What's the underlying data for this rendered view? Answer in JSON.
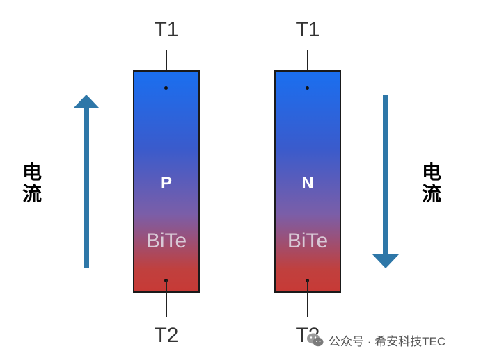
{
  "left_leg": {
    "top_terminal": "T1",
    "bottom_terminal": "T2",
    "type": "P",
    "material": "BiTe"
  },
  "right_leg": {
    "top_terminal": "T1",
    "bottom_terminal": "T2",
    "type": "N",
    "material": "BiTe"
  },
  "current_left": {
    "char1": "电",
    "char2": "流",
    "direction": "up"
  },
  "current_right": {
    "char1": "电",
    "char2": "流",
    "direction": "down"
  },
  "arrow_color": "#2e77a8",
  "gradient": {
    "top": "#1a6ff0",
    "bottom": "#c73a36"
  },
  "watermark": {
    "text": "公众号 · 希安科技TEC",
    "icon": "wechat-icon"
  }
}
